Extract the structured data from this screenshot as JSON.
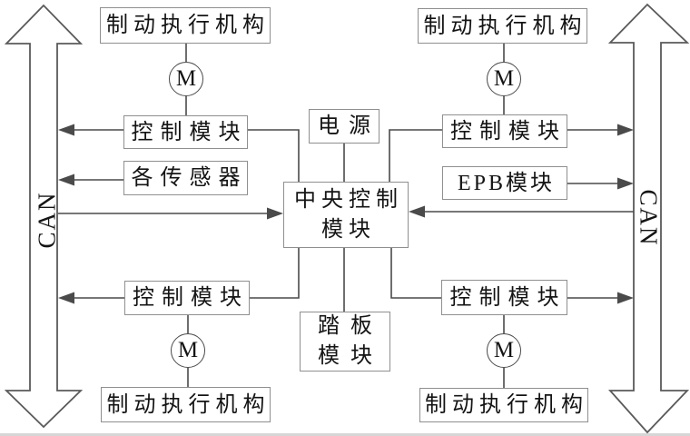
{
  "colors": {
    "line": "#4a4a4a",
    "box-border": "#8f8f8f",
    "text": "#141414",
    "bg": "#ffffff"
  },
  "diagram": {
    "bus": {
      "can_left": "CAN",
      "can_right": "CAN"
    },
    "nodes": {
      "actuator_tl": "制动执行机构",
      "actuator_tr": "制动执行机构",
      "actuator_bl": "制动执行机构",
      "actuator_br": "制动执行机构",
      "motor_tl": "M",
      "motor_tr": "M",
      "motor_bl": "M",
      "motor_br": "M",
      "control_tl": "控制模块",
      "control_tr": "控制模块",
      "control_bl": "控制模块",
      "control_br": "控制模块",
      "sensors": "各传感器",
      "power": "电源",
      "central": {
        "line1": "中央控制",
        "line2": "模块"
      },
      "epb": "EPB模块",
      "pedal": {
        "line1": "踏板",
        "line2": "模块"
      }
    }
  }
}
